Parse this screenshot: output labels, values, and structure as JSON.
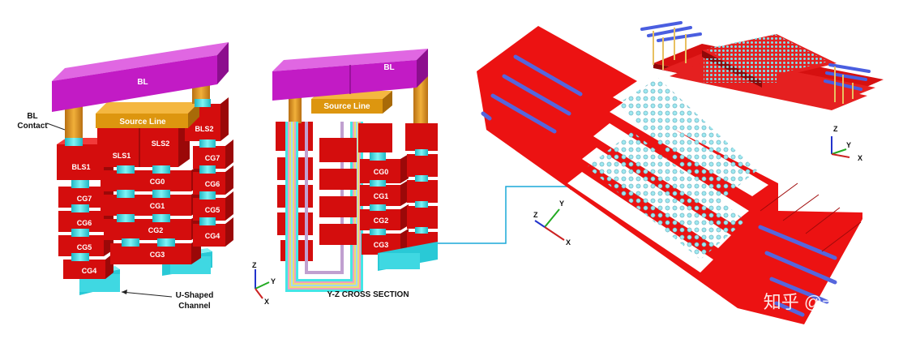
{
  "figure": {
    "left": {
      "bl": "BL",
      "bl_contact": [
        "BL",
        "Contact"
      ],
      "source_line": "Source Line",
      "sls1": "SLS1",
      "sls2": "SLS2",
      "bls1": "BLS1",
      "bls2": "BLS2",
      "cg_left": [
        "CG7",
        "CG6",
        "CG5",
        "CG4"
      ],
      "cg_mid": [
        "CG0",
        "CG1",
        "CG2",
        "CG3"
      ],
      "cg_right": [
        "CG7",
        "CG6",
        "CG5",
        "CG4"
      ],
      "channel": [
        "U-Shaped",
        "Channel"
      ]
    },
    "middle": {
      "bl": "BL",
      "source_line": "Source Line",
      "cg": [
        "CG0",
        "CG1",
        "CG2",
        "CG3"
      ],
      "caption": "Y-Z CROSS SECTION"
    },
    "axes": {
      "z": "Z",
      "y": "Y",
      "x": "X"
    },
    "watermark": "知乎 @一刀"
  },
  "colors": {
    "bl_purple": "#c61fc9",
    "source_gold": "#e3a21a",
    "red": "#e01010",
    "cyan": "#43e6e6",
    "blue_line": "#5566dd"
  }
}
